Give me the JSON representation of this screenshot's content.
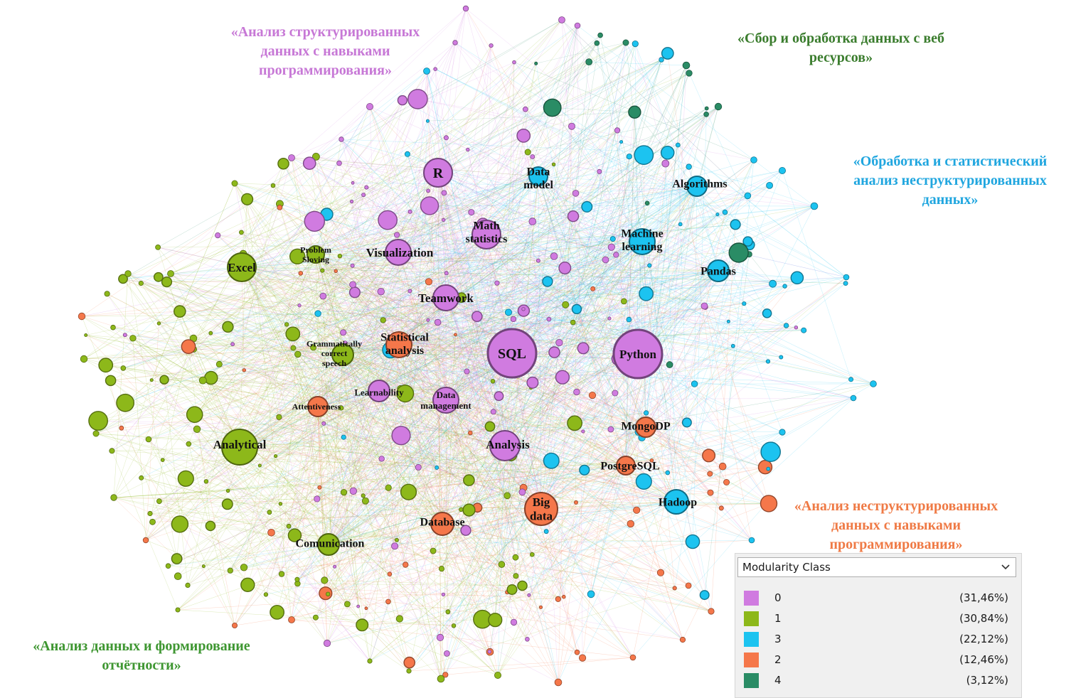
{
  "colors": {
    "pink": "#d07be0",
    "green": "#8db81a",
    "blue": "#1cc3f0",
    "orange": "#f5774a",
    "teal": "#2a8c65",
    "green_text": "#3e9631",
    "teal_text": "#3b7d2e",
    "pink_text": "#c778d6",
    "blue_text": "#20a6df",
    "orange_text": "#ef7a45"
  },
  "cluster_labels": {
    "structured": [
      "«Анализ структурированных",
      "данных с навыками",
      "программирования»"
    ],
    "web": [
      "«Сбор и обработка данных с веб",
      "ресурсов»"
    ],
    "unstructured_stats": [
      "«Обработка и статистический",
      "анализ неструктурированных",
      "данных»"
    ],
    "unstructured_prog": [
      "«Анализ неструктурированных",
      "данных с навыками",
      "программирования»"
    ],
    "reporting": [
      "«Анализ данных и формирование",
      "отчётности»"
    ]
  },
  "nodes": [
    {
      "label": "R",
      "community": "0"
    },
    {
      "label": "Data model",
      "community": "3"
    },
    {
      "label": "Algorithms",
      "community": "3"
    },
    {
      "label": "Math statistics",
      "community": "0"
    },
    {
      "label": "Machine learning",
      "community": "3"
    },
    {
      "label": "Problem Sloving",
      "community": "1"
    },
    {
      "label": "Visualization",
      "community": "0"
    },
    {
      "label": "Excel",
      "community": "1"
    },
    {
      "label": "Pandas",
      "community": "3"
    },
    {
      "label": "Teamwork",
      "community": "0"
    },
    {
      "label": "Statistical analysis",
      "community": "2"
    },
    {
      "label": "Grammatically correct speech",
      "community": "1"
    },
    {
      "label": "SQL",
      "community": "0"
    },
    {
      "label": "Python",
      "community": "0"
    },
    {
      "label": "Learnability",
      "community": "0"
    },
    {
      "label": "Data management",
      "community": "0"
    },
    {
      "label": "Attentiveness",
      "community": "2"
    },
    {
      "label": "MongoDP",
      "community": "2"
    },
    {
      "label": "Analytical",
      "community": "1"
    },
    {
      "label": "Analysis",
      "community": "0"
    },
    {
      "label": "PostgreSQL",
      "community": "2"
    },
    {
      "label": "Big data",
      "community": "2"
    },
    {
      "label": "Hadoop",
      "community": "3"
    },
    {
      "label": "Database",
      "community": "2"
    },
    {
      "label": "Comunication",
      "community": "1"
    }
  ],
  "legend": {
    "title": "Modularity Class",
    "items": [
      {
        "class": "0",
        "percent": "(31,46%)",
        "color": "#d07be0"
      },
      {
        "class": "1",
        "percent": "(30,84%)",
        "color": "#8db81a"
      },
      {
        "class": "3",
        "percent": "(22,12%)",
        "color": "#1cc3f0"
      },
      {
        "class": "2",
        "percent": "(12,46%)",
        "color": "#f5774a"
      },
      {
        "class": "4",
        "percent": "(3,12%)",
        "color": "#2a8c65"
      }
    ]
  }
}
